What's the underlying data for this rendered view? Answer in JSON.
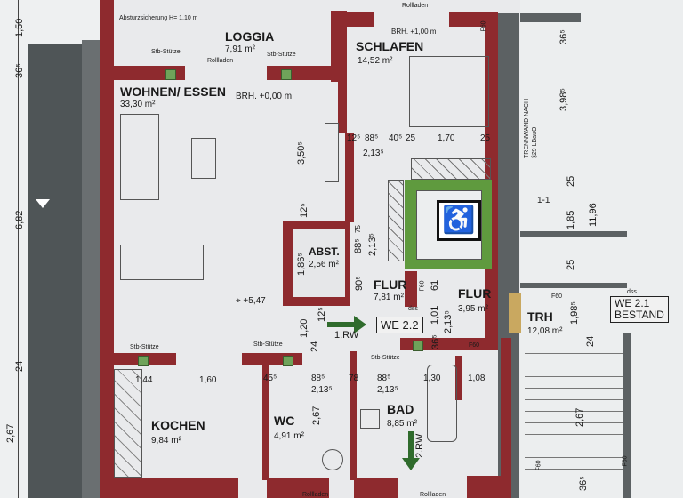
{
  "colors": {
    "wall": "#8e2a2e",
    "party_wall": "#5c6163",
    "support": "#6fa35a",
    "lift_shaft": "#5f9a3e",
    "arrow": "#2f6b2c",
    "fire_door": "#c9a860"
  },
  "rooms": {
    "loggia": {
      "name": "LOGGIA",
      "area": "7,91 m²"
    },
    "wohnen": {
      "name": "WOHNEN/ ESSEN",
      "area": "33,30 m²"
    },
    "schlafen": {
      "name": "SCHLAFEN",
      "area": "14,52 m²"
    },
    "abst": {
      "name": "ABST.",
      "area": "2,56 m²"
    },
    "flur1": {
      "name": "FLUR",
      "area": "7,81 m²"
    },
    "flur2": {
      "name": "FLUR",
      "area": "3,95 m²"
    },
    "trh": {
      "name": "TRH",
      "area": "12,08 m²"
    },
    "kochen": {
      "name": "KOCHEN",
      "area": "9,84 m²"
    },
    "wc": {
      "name": "WC",
      "area": "4,91 m²"
    },
    "bad": {
      "name": "BAD",
      "area": "8,85 m²"
    }
  },
  "notes": {
    "absturz": "Absturzsicherung H= 1,10 m",
    "brh_wohnen": "BRH.  +0,00 m",
    "brh_schlafen": "BRH.  +1,00 m",
    "rollladen": "Rollladen",
    "stuetze": "Stb-Stütze",
    "trennwand1": "TRENNWAND NACH",
    "trennwand2": "§29 LBauO",
    "f60": "F60",
    "dss": "dss",
    "level": "+5,47",
    "section": "1-1"
  },
  "units": {
    "we22": "WE 2.2",
    "we21_1": "WE 2.1",
    "we21_2": "BESTAND"
  },
  "escape": {
    "rw1": "1.RW",
    "rw2": "2.RW"
  },
  "icons": {
    "lift": "wheelchair-lift-icon",
    "level": "crosshair-icon"
  },
  "dims": {
    "left_150": "1,50",
    "left_365": "36⁵",
    "left_682": "6,82",
    "left_24": "24",
    "left_267": "2,67",
    "wohn_350": "3,50⁵",
    "s_125": "12⁵",
    "s_885": "88⁵",
    "s_405": "40⁵",
    "s_25a": "25",
    "s_170": "1,70",
    "s_25b": "25",
    "s_2135": "2,13⁵",
    "r_365": "36⁵",
    "r_3985": "3,98⁵",
    "r_25a": "25",
    "r_185": "1,85",
    "r_1196": "11,96",
    "r_25b": "25",
    "r_1985": "1,98⁵",
    "r_24": "24",
    "r_267": "2,67",
    "r_365b": "36⁵",
    "a_125": "12⁵",
    "a_1865": "1,86⁵",
    "a_75": "75",
    "a_885": "88⁵",
    "a_2135": "2,13⁵",
    "a_905": "90⁵",
    "f_61": "61",
    "f_101": "1,01",
    "f_2135": "2,13⁵",
    "f_365": "36⁵",
    "l_125": "12⁵",
    "l_120": "1,20",
    "l_24": "24",
    "k_144": "1,44",
    "k_160": "1,60",
    "w_455": "45⁵",
    "w_885": "88⁵",
    "w_2135": "2,13⁵",
    "w_267": "2,67",
    "b_78": "78",
    "b_885": "88⁵",
    "b_2135": "2,13⁵",
    "b_130": "1,30",
    "b_108": "1,08"
  }
}
